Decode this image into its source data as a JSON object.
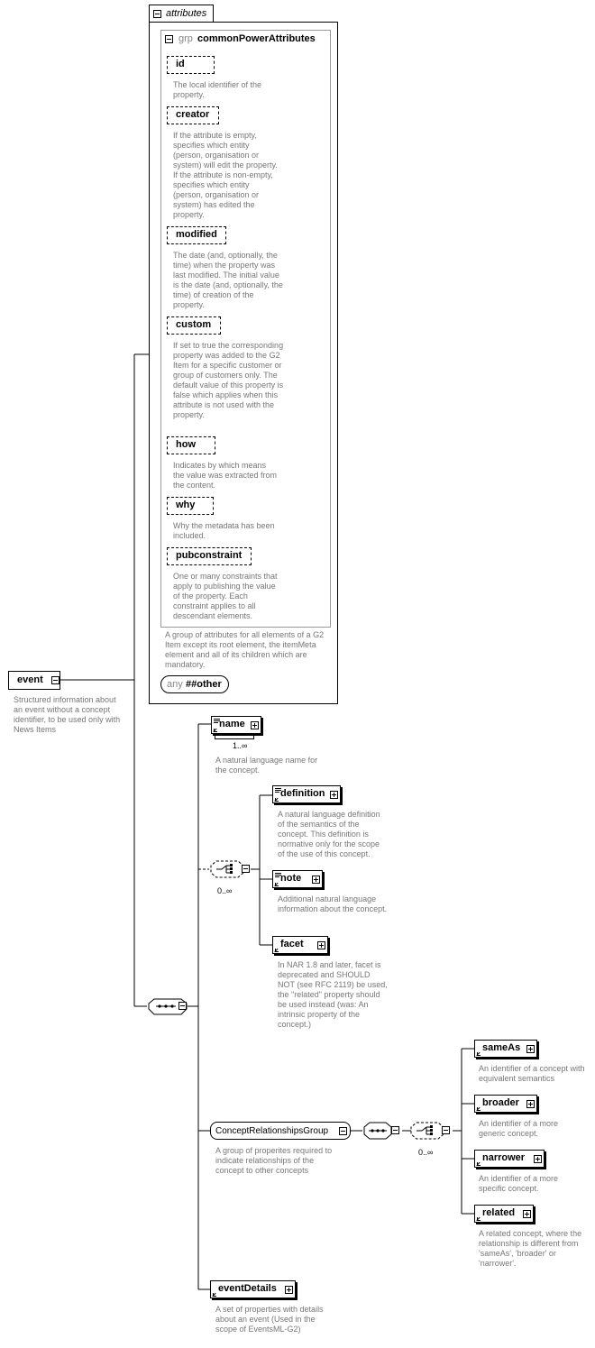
{
  "attributes_panel": {
    "title": "attributes",
    "group": {
      "prefix": "grp",
      "name": "commonPowerAttributes",
      "description": "A group of attributes for all elements of a G2 Item except its root element, the itemMeta element and all of its children which are mandatory."
    },
    "items": [
      {
        "name": "id",
        "description": "The local identifier of the property."
      },
      {
        "name": "creator",
        "description": "If the attribute is empty, specifies which entity (person, organisation or system) will edit the property. If the attribute is non-empty, specifies which entity (person, organisation or system) has edited the property."
      },
      {
        "name": "modified",
        "description": "The date (and, optionally, the time) when the property was last modified. The initial value is the date (and, optionally, the time) of creation of the property."
      },
      {
        "name": "custom",
        "description": "If set to true the corresponding property was added to the G2 Item for a specific customer or group of customers only. The default value of this property is false which applies when this attribute is not used with the property."
      },
      {
        "name": "how",
        "description": "Indicates by which means the value was extracted from the content."
      },
      {
        "name": "why",
        "description": "Why the metadata has been included."
      },
      {
        "name": "pubconstraint",
        "description": "One or many constraints that apply to publishing the value of the property. Each constraint applies to all descendant elements."
      }
    ],
    "any": {
      "prefix": "any",
      "name": "##other"
    }
  },
  "root": {
    "name": "event",
    "description": "Structured information about an event without a concept identifier, to be used only with News Items"
  },
  "name_el": {
    "name": "name",
    "cardinality": "1..∞",
    "description": "A natural language name for the concept."
  },
  "choice1": {
    "cardinality": "0..∞",
    "items": [
      {
        "name": "definition",
        "description": "A natural language definition of the semantics of the concept. This definition is normative only for the scope of the use of this concept."
      },
      {
        "name": "note",
        "description": "Additional natural language information about the concept."
      },
      {
        "name": "facet",
        "description": "In NAR 1.8 and later, facet is deprecated and SHOULD NOT (see RFC 2119) be used, the \"related\" property should be used instead (was: An intrinsic property of the concept.)"
      }
    ]
  },
  "group_ref": {
    "name": "ConceptRelationshipsGroup",
    "description": "A group of properites required to indicate relationships of the concept to other concepts"
  },
  "choice2": {
    "cardinality": "0..∞",
    "items": [
      {
        "name": "sameAs",
        "description": "An identifier of a concept with equivalent semantics"
      },
      {
        "name": "broader",
        "description": "An identifier of a more generic concept."
      },
      {
        "name": "narrower",
        "description": "An identifier of a more specific concept."
      },
      {
        "name": "related",
        "description": "A related concept, where the relationship is different from 'sameAs', 'broader' or 'narrower'."
      }
    ]
  },
  "event_details": {
    "name": "eventDetails",
    "description": "A set of properties with details about an event (Used in the scope of EventsML-G2)"
  }
}
